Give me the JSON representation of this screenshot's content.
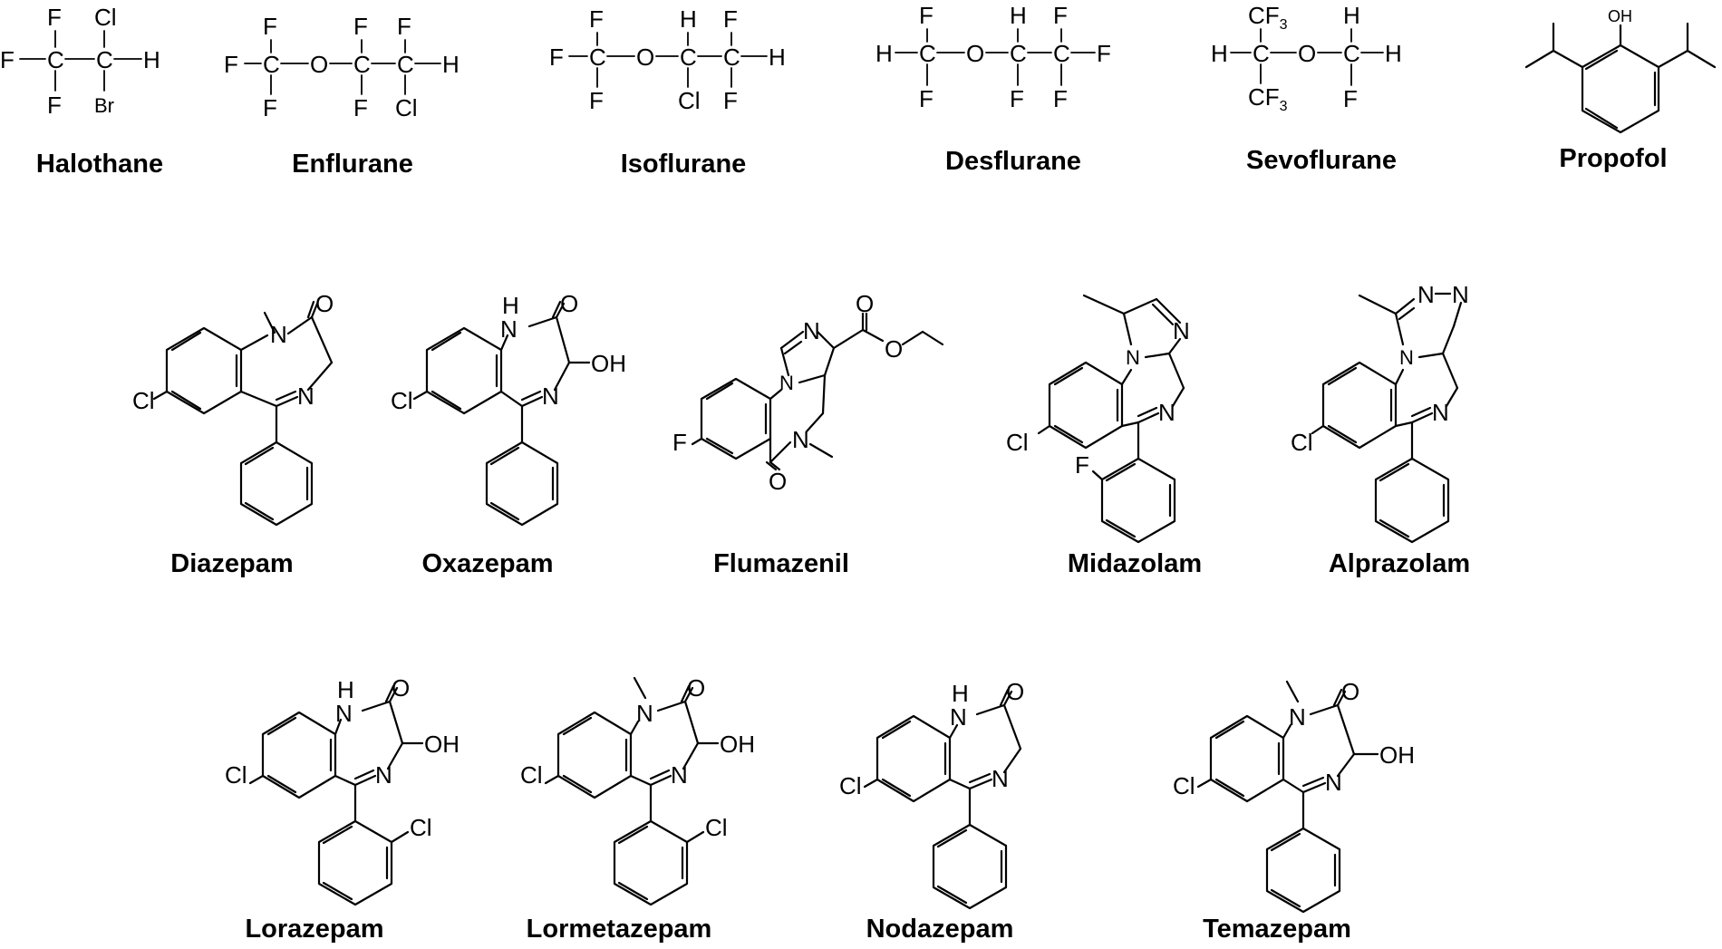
{
  "compounds": [
    {
      "name": "Halothane"
    },
    {
      "name": "Enflurane"
    },
    {
      "name": "Isoflurane"
    },
    {
      "name": "Desflurane"
    },
    {
      "name": "Sevoflurane"
    },
    {
      "name": "Propofol"
    },
    {
      "name": "Diazepam"
    },
    {
      "name": "Oxazepam"
    },
    {
      "name": "Flumazenil"
    },
    {
      "name": "Midazolam"
    },
    {
      "name": "Alprazolam"
    },
    {
      "name": "Lorazepam"
    },
    {
      "name": "Lormetazepam"
    },
    {
      "name": "Nodazepam"
    },
    {
      "name": "Temazepam"
    }
  ],
  "atoms": {
    "F": "F",
    "Cl": "Cl",
    "Br": "Br",
    "H": "H",
    "C": "C",
    "O": "O",
    "N": "N",
    "OH": "OH",
    "CF": "CF",
    "three": "3"
  }
}
